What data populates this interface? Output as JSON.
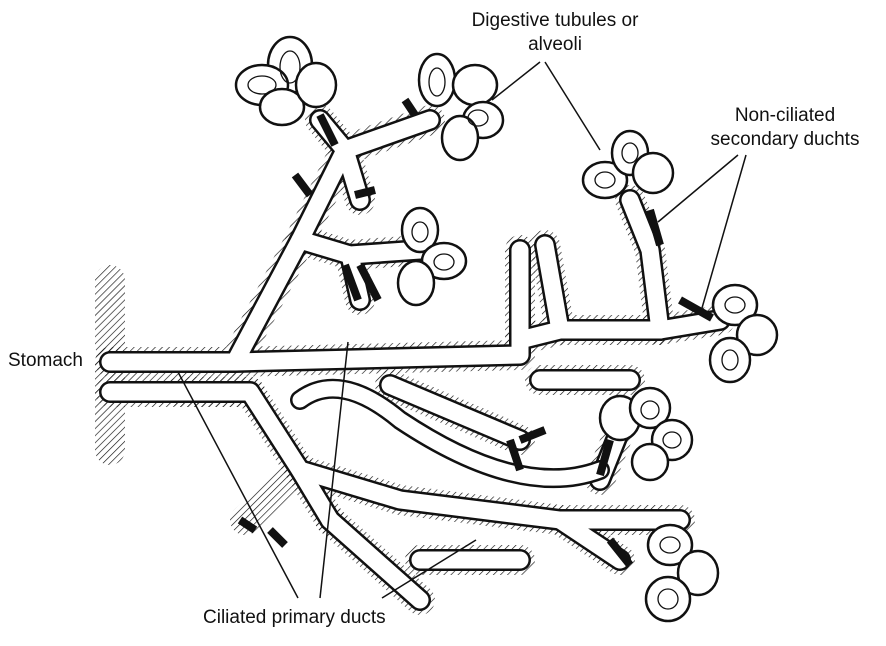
{
  "labels": {
    "digestive_line1": "Digestive tubules or",
    "digestive_line2": "alveoli",
    "nonciliated_line1": "Non-ciliated",
    "nonciliated_line2": "secondary duchts",
    "stomach": "Stomach",
    "ciliated": "Ciliated primary ducts"
  },
  "colors": {
    "ink": "#111111",
    "background": "#ffffff"
  }
}
